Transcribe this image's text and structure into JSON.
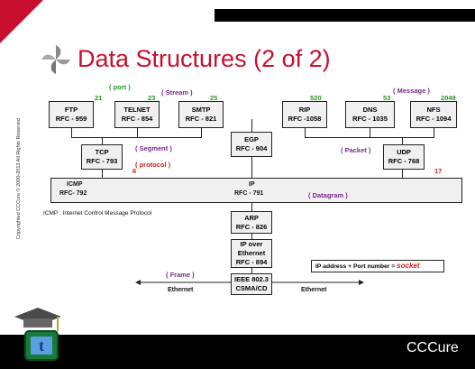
{
  "title": "Data Structures (2 of 2)",
  "copyright": "Copyrighted CCCure © 2000-2013 All Rights Reserved",
  "brand": "CCCure",
  "colors": {
    "title_red": "#c8102e",
    "green": "#2a9a2a",
    "red": "#d02020",
    "purple": "#7a2a8a"
  },
  "labels": {
    "port": "( port )",
    "stream": "( Stream )",
    "message": "( Message )",
    "segment": "( Segment )",
    "protocol": "( protocol )",
    "packet": "( Packet )",
    "datagram": "( Datagram )",
    "frame": "( Frame )"
  },
  "app_protocols": [
    {
      "name": "FTP",
      "rfc": "RFC - 959",
      "port": "21"
    },
    {
      "name": "TELNET",
      "rfc": "RFC - 854",
      "port": "23"
    },
    {
      "name": "SMTP",
      "rfc": "RFC - 821",
      "port": "25"
    },
    {
      "name": "RIP",
      "rfc": "RFC -1058",
      "port": "520"
    },
    {
      "name": "DNS",
      "rfc": "RFC - 1035",
      "port": "53"
    },
    {
      "name": "NFS",
      "rfc": "RFC - 1094",
      "port": "2049"
    }
  ],
  "tcp": {
    "name": "TCP",
    "rfc": "RFC - 793",
    "protocol_number": "6"
  },
  "egp": {
    "name": "EGP",
    "rfc": "RFC - 904"
  },
  "udp": {
    "name": "UDP",
    "rfc": "RFC - 768",
    "protocol_number": "17"
  },
  "icmp": {
    "name": "ICMP",
    "rfc": "RFC- 792"
  },
  "ip": {
    "name": "IP",
    "rfc": "RFC - 791"
  },
  "icmp_note": "ICMP : Internet Control Message Protocol",
  "arp": {
    "name": "ARP",
    "rfc": "RFC - 826"
  },
  "ip_over_ethernet": {
    "line1": "IP over",
    "line2": "Ethernet",
    "rfc": "RFC - 894"
  },
  "ieee": {
    "line1": "IEEE 802.3",
    "line2": "CSMA/CD"
  },
  "ethernet_left": "Ethernet",
  "ethernet_right": "Ethernet",
  "socket_note": {
    "prefix": "IP address + Port number = ",
    "word": "socket"
  }
}
